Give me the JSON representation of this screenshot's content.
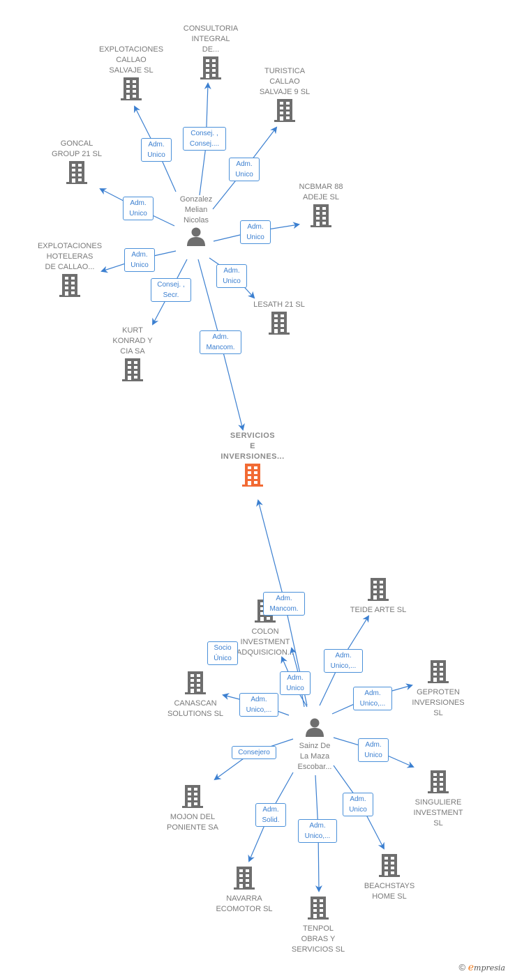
{
  "colors": {
    "edge": "#3b7fd0",
    "building": "#6e6e6e",
    "center_building": "#f26a33",
    "person": "#6e6e6e"
  },
  "center": {
    "name": "SERVICIOS\nE\nINVERSIONES..."
  },
  "people": [
    {
      "id": "p1",
      "name": "Gonzalez\nMelian\nNicolas"
    },
    {
      "id": "p2",
      "name": "Sainz De\nLa Maza\nEscobar..."
    }
  ],
  "companies": [
    {
      "id": "c1",
      "name": "CONSULTORIA\nINTEGRAL\nDE..."
    },
    {
      "id": "c2",
      "name": "EXPLOTACIONES\nCALLAO\nSALVAJE  SL"
    },
    {
      "id": "c3",
      "name": "TURISTICA\nCALLAO\nSALVAJE 9  SL"
    },
    {
      "id": "c4",
      "name": "GONCAL\nGROUP 21  SL"
    },
    {
      "id": "c5",
      "name": "NCBMAR 88\nADEJE SL"
    },
    {
      "id": "c6",
      "name": "EXPLOTACIONES\nHOTELERAS\nDE CALLAO..."
    },
    {
      "id": "c7",
      "name": "LESATH 21  SL"
    },
    {
      "id": "c8",
      "name": "KURT\nKONRAD Y\nCIA SA"
    },
    {
      "id": "c9",
      "name": "COLON\nINVESTMENT\nADQUISICION..."
    },
    {
      "id": "c10",
      "name": "TEIDE ARTE SL"
    },
    {
      "id": "c11",
      "name": "CANASCAN\nSOLUTIONS  SL"
    },
    {
      "id": "c12",
      "name": "GEPROTEN\nINVERSIONES\nSL"
    },
    {
      "id": "c13",
      "name": "MOJON DEL\nPONIENTE SA"
    },
    {
      "id": "c14",
      "name": "SINGULIERE\nINVESTMENT\nSL"
    },
    {
      "id": "c15",
      "name": "BEACHSTAYS\nHOME  SL"
    },
    {
      "id": "c16",
      "name": "NAVARRA\nECOMOTOR SL"
    },
    {
      "id": "c17",
      "name": "TENPOL\nOBRAS Y\nSERVICIOS  SL"
    }
  ],
  "relations": [
    {
      "from": "p1",
      "to": "c1",
      "role": "Consej. ,\nConsej...."
    },
    {
      "from": "p1",
      "to": "c2",
      "role": "Adm.\nUnico"
    },
    {
      "from": "p1",
      "to": "c3",
      "role": "Adm.\nUnico"
    },
    {
      "from": "p1",
      "to": "c4",
      "role": "Adm.\nUnico"
    },
    {
      "from": "p1",
      "to": "c5",
      "role": "Adm.\nUnico"
    },
    {
      "from": "p1",
      "to": "c6",
      "role": "Adm.\nUnico"
    },
    {
      "from": "p1",
      "to": "c7",
      "role": "Adm.\nUnico"
    },
    {
      "from": "p1",
      "to": "c8",
      "role": "Consej. ,\nSecr."
    },
    {
      "from": "p1",
      "to": "center",
      "role": "Adm.\nMancom."
    },
    {
      "from": "p2",
      "to": "center",
      "role": "Adm.\nMancom."
    },
    {
      "from": "p2",
      "to": "c9",
      "role": "Adm.\nUnico"
    },
    {
      "from": "p2",
      "to": "c9",
      "role": "Socio\nÚnico"
    },
    {
      "from": "p2",
      "to": "c10",
      "role": "Adm.\nUnico,..."
    },
    {
      "from": "p2",
      "to": "c11",
      "role": "Adm.\nUnico,..."
    },
    {
      "from": "p2",
      "to": "c12",
      "role": "Adm.\nUnico,..."
    },
    {
      "from": "p2",
      "to": "c13",
      "role": "Consejero"
    },
    {
      "from": "p2",
      "to": "c14",
      "role": "Adm.\nUnico"
    },
    {
      "from": "p2",
      "to": "c15",
      "role": "Adm.\nUnico"
    },
    {
      "from": "p2",
      "to": "c16",
      "role": "Adm.\nSolid."
    },
    {
      "from": "p2",
      "to": "c17",
      "role": "Adm.\nUnico,..."
    }
  ],
  "footer": {
    "copyright": "©",
    "brand_initial": "e",
    "brand_rest": "mpresia"
  }
}
